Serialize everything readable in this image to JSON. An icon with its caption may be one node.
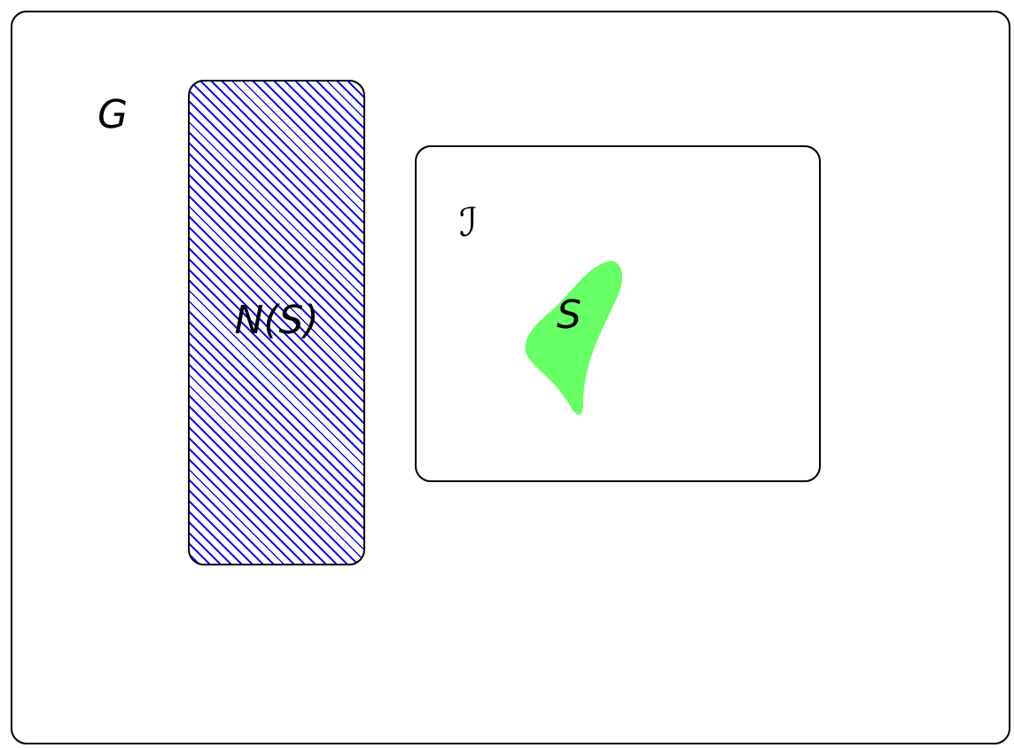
{
  "diagram": {
    "nodes": [
      {
        "text": [
          "G"
        ]
      },
      {
        "text": [
          "N(S)"
        ],
        "in": 0
      },
      {
        "text": [
          "ℐ"
        ],
        "in": 0
      },
      {
        "text": [
          "S"
        ],
        "in": 2
      }
    ]
  }
}
